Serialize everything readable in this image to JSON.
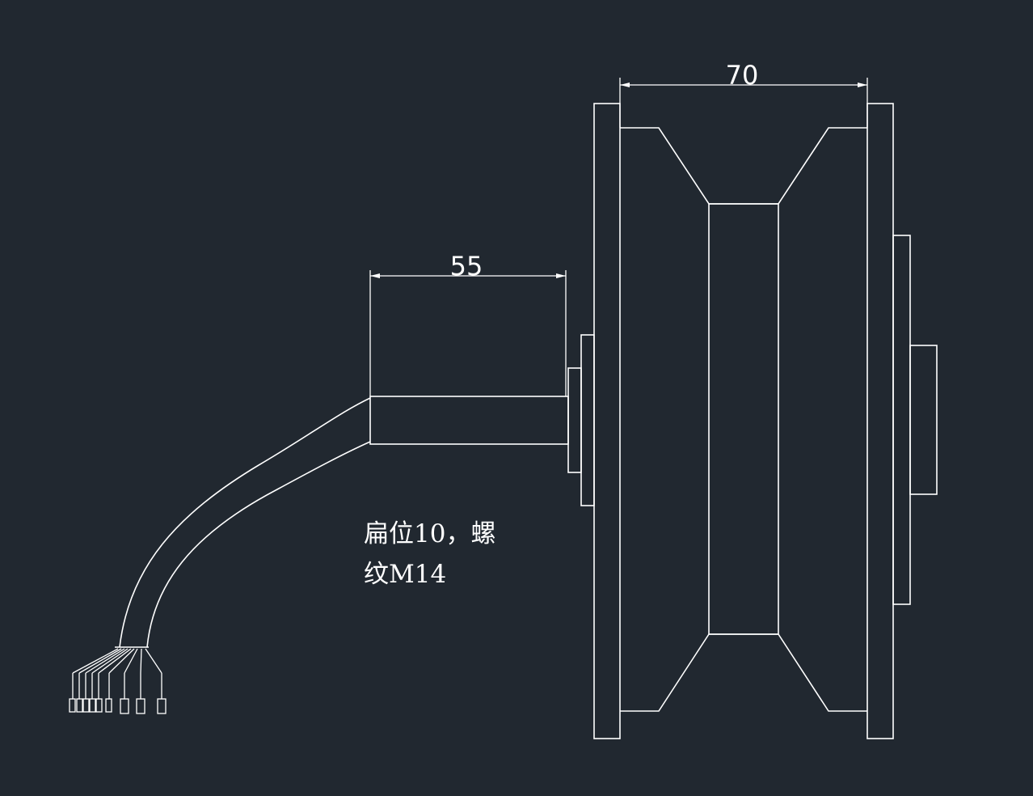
{
  "drawing": {
    "line_color": "#ffffff",
    "background_color": "#212830"
  },
  "dimensions": {
    "wheel_width": "70",
    "shaft_length": "55"
  },
  "note": {
    "line1": "扁位10，螺",
    "line2": "纹M14"
  }
}
